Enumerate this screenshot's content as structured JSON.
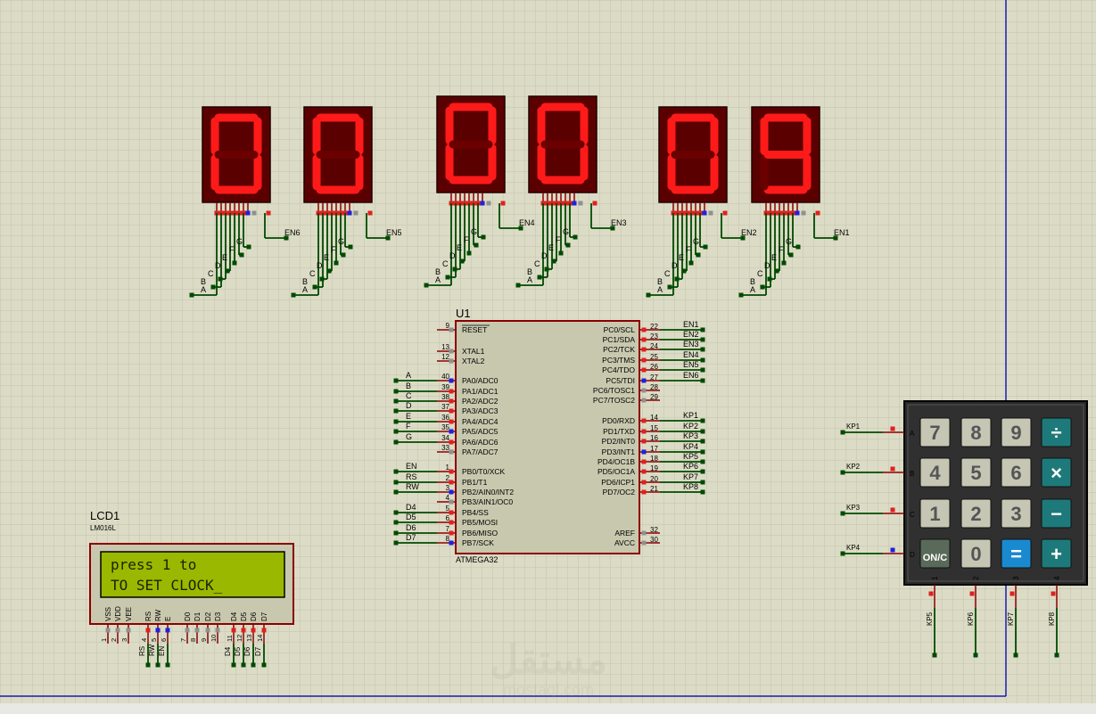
{
  "colors": {
    "background": "#dcdcc6",
    "grid": "#c5c5ae",
    "wire": "#004a00",
    "pin": "#8b0000",
    "segment_on": "#ff1a1a",
    "segment_off": "#6a0000",
    "display_body": "#5a0000",
    "chip_body": "#c8c8ae",
    "lcd_screen": "#9ab800",
    "keypad_body": "#2a2a2a",
    "key_face": "#c6c6b4",
    "key_op": "#1e7a7a",
    "sheet_border": "#1c1cb4"
  },
  "displays": [
    {
      "digit": "0",
      "enable": "EN6"
    },
    {
      "digit": "0",
      "enable": "EN5"
    },
    {
      "digit": "0",
      "enable": "EN4"
    },
    {
      "digit": "0",
      "enable": "EN3"
    },
    {
      "digit": "0",
      "enable": "EN2"
    },
    {
      "digit": "9",
      "enable": "EN1"
    }
  ],
  "segment_labels": [
    "A",
    "B",
    "C",
    "D",
    "E",
    "F",
    "G"
  ],
  "mcu": {
    "ref": "U1",
    "part": "ATMEGA32",
    "left_pins": [
      {
        "num": "9",
        "name": "RESET",
        "net": ""
      },
      {
        "num": "13",
        "name": "XTAL1",
        "net": ""
      },
      {
        "num": "12",
        "name": "XTAL2",
        "net": ""
      },
      {
        "num": "40",
        "name": "PA0/ADC0",
        "net": "A"
      },
      {
        "num": "39",
        "name": "PA1/ADC1",
        "net": "B"
      },
      {
        "num": "38",
        "name": "PA2/ADC2",
        "net": "C"
      },
      {
        "num": "37",
        "name": "PA3/ADC3",
        "net": "D"
      },
      {
        "num": "36",
        "name": "PA4/ADC4",
        "net": "E"
      },
      {
        "num": "35",
        "name": "PA5/ADC5",
        "net": "F"
      },
      {
        "num": "34",
        "name": "PA6/ADC6",
        "net": "G"
      },
      {
        "num": "33",
        "name": "PA7/ADC7",
        "net": ""
      },
      {
        "num": "1",
        "name": "PB0/T0/XCK",
        "net": "EN"
      },
      {
        "num": "2",
        "name": "PB1/T1",
        "net": "RS"
      },
      {
        "num": "3",
        "name": "PB2/AIN0/INT2",
        "net": "RW"
      },
      {
        "num": "4",
        "name": "PB3/AIN1/OC0",
        "net": ""
      },
      {
        "num": "5",
        "name": "PB4/SS",
        "net": "D4"
      },
      {
        "num": "6",
        "name": "PB5/MOSI",
        "net": "D5"
      },
      {
        "num": "7",
        "name": "PB6/MISO",
        "net": "D6"
      },
      {
        "num": "8",
        "name": "PB7/SCK",
        "net": "D7"
      }
    ],
    "right_pins": [
      {
        "num": "22",
        "name": "PC0/SCL",
        "net": "EN1"
      },
      {
        "num": "23",
        "name": "PC1/SDA",
        "net": "EN2"
      },
      {
        "num": "24",
        "name": "PC2/TCK",
        "net": "EN3"
      },
      {
        "num": "25",
        "name": "PC3/TMS",
        "net": "EN4"
      },
      {
        "num": "26",
        "name": "PC4/TDO",
        "net": "EN5"
      },
      {
        "num": "27",
        "name": "PC5/TDI",
        "net": "EN6"
      },
      {
        "num": "28",
        "name": "PC6/TOSC1",
        "net": ""
      },
      {
        "num": "29",
        "name": "PC7/TOSC2",
        "net": ""
      },
      {
        "num": "14",
        "name": "PD0/RXD",
        "net": "KP1"
      },
      {
        "num": "15",
        "name": "PD1/TXD",
        "net": "KP2"
      },
      {
        "num": "16",
        "name": "PD2/INT0",
        "net": "KP3"
      },
      {
        "num": "17",
        "name": "PD3/INT1",
        "net": "KP4"
      },
      {
        "num": "18",
        "name": "PD4/OC1B",
        "net": "KP5"
      },
      {
        "num": "19",
        "name": "PD5/OC1A",
        "net": "KP6"
      },
      {
        "num": "20",
        "name": "PD6/ICP1",
        "net": "KP7"
      },
      {
        "num": "21",
        "name": "PD7/OC2",
        "net": "KP8"
      },
      {
        "num": "32",
        "name": "AREF",
        "net": ""
      },
      {
        "num": "30",
        "name": "AVCC",
        "net": ""
      }
    ]
  },
  "lcd": {
    "ref": "LCD1",
    "part": "LM016L",
    "line1": "press 1 to",
    "line2": "TO SET CLOCK_",
    "pins": [
      {
        "num": "1",
        "name": "VSS",
        "net": ""
      },
      {
        "num": "2",
        "name": "VDD",
        "net": ""
      },
      {
        "num": "3",
        "name": "VEE",
        "net": ""
      },
      {
        "num": "4",
        "name": "RS",
        "net": "RS"
      },
      {
        "num": "5",
        "name": "RW",
        "net": "RW"
      },
      {
        "num": "6",
        "name": "E",
        "net": "EN"
      },
      {
        "num": "7",
        "name": "D0",
        "net": ""
      },
      {
        "num": "8",
        "name": "D1",
        "net": ""
      },
      {
        "num": "9",
        "name": "D2",
        "net": ""
      },
      {
        "num": "10",
        "name": "D3",
        "net": ""
      },
      {
        "num": "11",
        "name": "D4",
        "net": "D4"
      },
      {
        "num": "12",
        "name": "D5",
        "net": "D5"
      },
      {
        "num": "13",
        "name": "D6",
        "net": "D6"
      },
      {
        "num": "14",
        "name": "D7",
        "net": "D7"
      }
    ]
  },
  "keypad": {
    "rows": [
      {
        "label": "A",
        "net": "KP1",
        "keys": [
          "7",
          "8",
          "9",
          "÷"
        ]
      },
      {
        "label": "B",
        "net": "KP2",
        "keys": [
          "4",
          "5",
          "6",
          "×"
        ]
      },
      {
        "label": "C",
        "net": "KP3",
        "keys": [
          "1",
          "2",
          "3",
          "−"
        ]
      },
      {
        "label": "D",
        "net": "KP4",
        "keys": [
          "ON/C",
          "0",
          "=",
          "+"
        ]
      }
    ],
    "cols": [
      {
        "label": "1",
        "net": "KP5"
      },
      {
        "label": "2",
        "net": "KP6"
      },
      {
        "label": "3",
        "net": "KP7"
      },
      {
        "label": "4",
        "net": "KP8"
      }
    ]
  },
  "watermark": {
    "arabic": "مستقل",
    "latin": "mostaql.com"
  }
}
